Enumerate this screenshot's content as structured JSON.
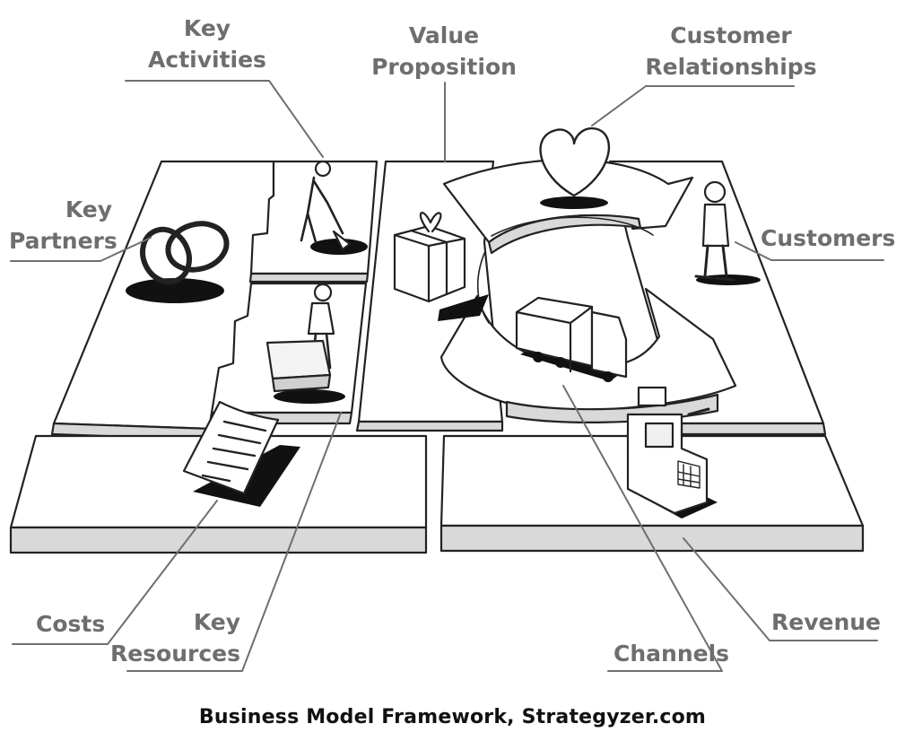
{
  "labels": {
    "key_activities": [
      "Key",
      "Activities"
    ],
    "value_proposition": [
      "Value",
      "Proposition"
    ],
    "customer_relationships": [
      "Customer",
      "Relationships"
    ],
    "key_partners": [
      "Key",
      "Partners"
    ],
    "customers": "Customers",
    "costs": "Costs",
    "key_resources": [
      "Key",
      "Resources"
    ],
    "channels": "Channels",
    "revenue": "Revenue"
  },
  "caption": "Business Model Framework, Strategyzer.com",
  "icons": [
    "linked-rings-icon",
    "digging-person-icon",
    "worker-person-icon",
    "document-icon",
    "gift-box-icon",
    "heart-icon",
    "standing-person-icon",
    "delivery-truck-icon",
    "cash-register-icon"
  ],
  "colors": {
    "label": "#6e6e6e",
    "line": "#6f6f6f",
    "ink": "#222222",
    "board_side": "#d9d9d9",
    "caption": "#111111"
  }
}
